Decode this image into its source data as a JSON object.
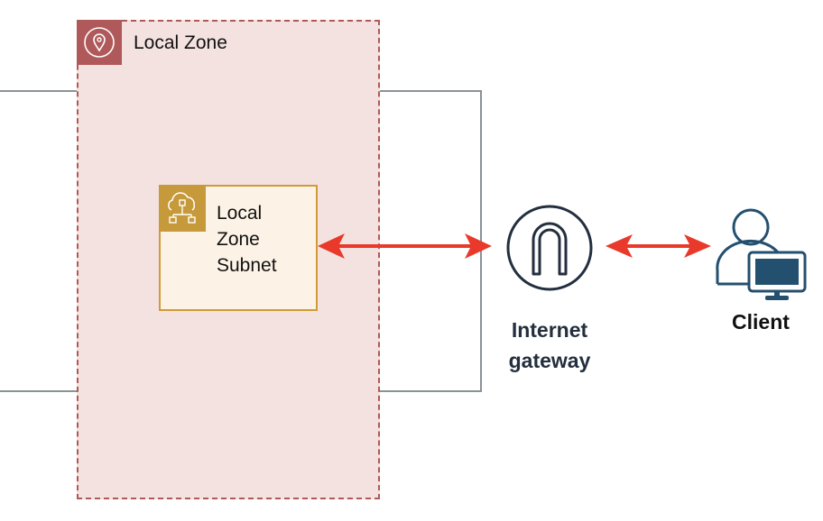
{
  "diagram": {
    "local_zone": {
      "title": "Local Zone",
      "icon": "location-pin-icon",
      "border_color": "#b0595a",
      "fill_color": "#f4e2e1"
    },
    "subnet": {
      "label": "Local Zone Subnet",
      "icon": "cloud-network-icon",
      "border_color": "#d09b35",
      "fill_color": "#fcf3e6"
    },
    "internet_gateway": {
      "label": "Internet gateway",
      "icon": "internet-gateway-icon"
    },
    "client": {
      "label": "Client",
      "icon": "user-with-monitor-icon",
      "color": "#24506f"
    },
    "connections": [
      {
        "from": "Local Zone Subnet",
        "to": "Internet gateway",
        "style": "bidirectional",
        "color": "#e8392b"
      },
      {
        "from": "Internet gateway",
        "to": "Client",
        "style": "bidirectional",
        "color": "#e8392b"
      }
    ],
    "vpc_boundary_color": "#8b9297"
  }
}
